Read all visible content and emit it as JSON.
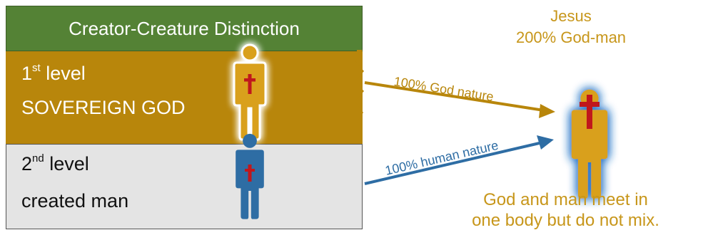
{
  "panel": {
    "header": "Creator-Creature Distinction",
    "level1": {
      "ordinal": "1",
      "suffix": "st",
      "word": "level",
      "label": "SOVEREIGN GOD"
    },
    "level2": {
      "ordinal": "2",
      "suffix": "nd",
      "word": "level",
      "label": "created man"
    }
  },
  "arrows": {
    "god_nature": "100% God nature",
    "human_nature": "100% human nature"
  },
  "jesus": {
    "name": "Jesus",
    "subtitle": "200% God-man"
  },
  "caption": {
    "line1": "God and man meet in",
    "line2": "one body but do not mix."
  },
  "colors": {
    "green_header": "#548235",
    "gold": "#b8860b",
    "figure_gold": "#d9a01e",
    "blue": "#2e6da4",
    "cross_red": "#c0171c",
    "text_gold": "#c7961a"
  }
}
